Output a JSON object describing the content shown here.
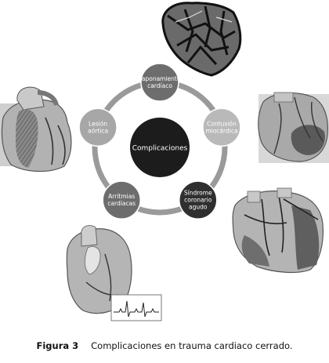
{
  "diagram": {
    "center": "Complicaciones",
    "nodes": [
      {
        "lines": [
          "Taponamiento",
          "cardíaco"
        ],
        "fill": "#6d6d6d",
        "text_color": "#ffffff"
      },
      {
        "lines": [
          "Contusión",
          "miocárdica"
        ],
        "fill": "#b9b9b9",
        "text_color": "#ffffff"
      },
      {
        "lines": [
          "Síndrome",
          "coronario",
          "agudo"
        ],
        "fill": "#2f2f2f",
        "text_color": "#ffffff"
      },
      {
        "lines": [
          "Arritmias",
          "cardíacas"
        ],
        "fill": "#6d6d6d",
        "text_color": "#ffffff"
      },
      {
        "lines": [
          "Lesión",
          "aórtica"
        ],
        "fill": "#a7a7a7",
        "text_color": "#ffffff"
      }
    ],
    "colors": {
      "ring": "#9a9a9a",
      "center": "#1c1c1c"
    }
  },
  "caption": {
    "label": "Figura 3",
    "text": "Complicaciones en trauma cardiaco cerrado."
  }
}
